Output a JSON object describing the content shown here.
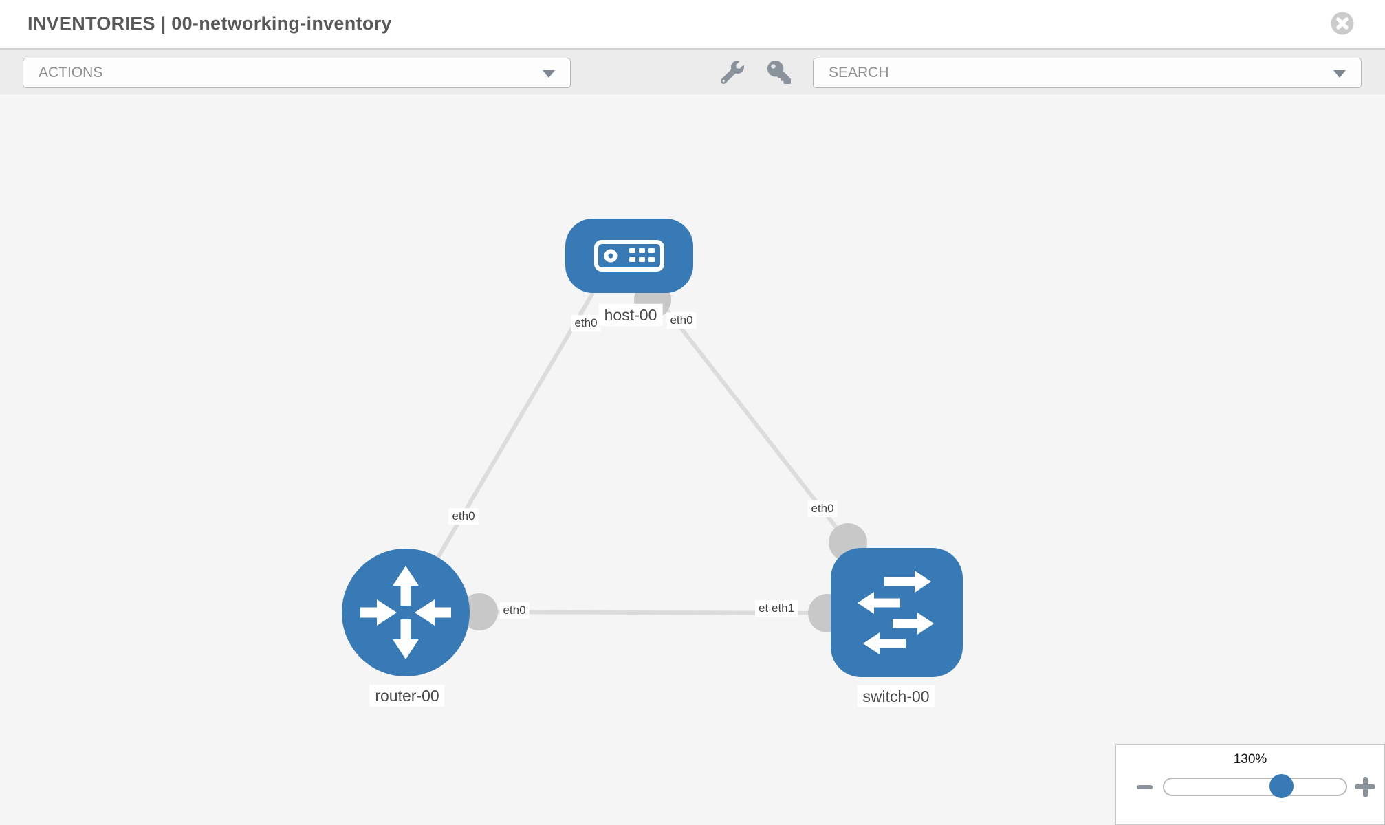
{
  "header": {
    "title": "INVENTORIES | 00-networking-inventory"
  },
  "toolbar": {
    "actions_label": "ACTIONS",
    "search_label": "SEARCH",
    "icons": [
      "wrench-icon",
      "key-icon"
    ]
  },
  "topology": {
    "nodes": [
      {
        "id": "host-00",
        "label": "host-00",
        "type": "host"
      },
      {
        "id": "router-00",
        "label": "router-00",
        "type": "router"
      },
      {
        "id": "switch-00",
        "label": "switch-00",
        "type": "switch"
      }
    ],
    "links": [
      {
        "from": "host-00",
        "from_iface": "eth0",
        "to": "router-00",
        "to_iface": "eth0"
      },
      {
        "from": "host-00",
        "from_iface": "eth0",
        "to": "switch-00",
        "to_iface": "eth0"
      },
      {
        "from": "router-00",
        "from_iface": "eth0",
        "to": "switch-00",
        "to_iface": "eth1"
      }
    ],
    "iface_labels": {
      "host_left": "eth0",
      "host_right": "eth0",
      "router_top": "eth0",
      "router_right": "eth0",
      "switch_top": "eth0",
      "switch_left_back": "eth0",
      "switch_left_front": "eth1"
    }
  },
  "zoom_control": {
    "level": "130%"
  },
  "colors": {
    "node_blue": "#377AB5",
    "link_gray": "#dcdcdc",
    "dot_gray": "#c8c8c8",
    "canvas_bg": "#f5f5f5",
    "toolbar_bg": "#ececec"
  }
}
